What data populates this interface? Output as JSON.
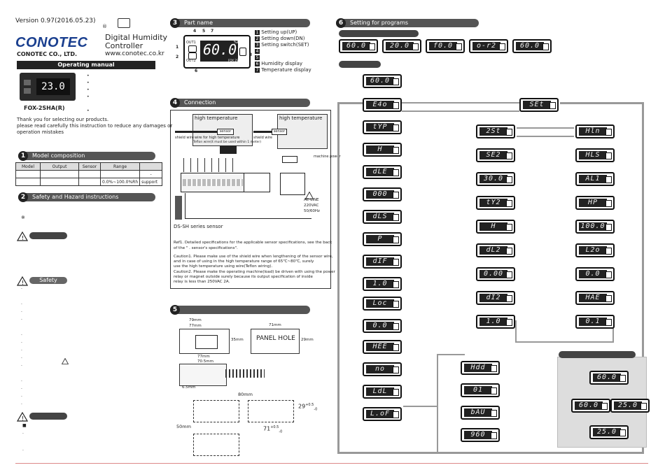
{
  "header": {
    "version": "Version 0.97(2016.05.23)",
    "brand": "CONOTEC",
    "company": "CONOTEC CO., LTD.",
    "product_line1": "Digital Humidity",
    "product_line2": "Controller",
    "website": "www.conotec.co.kr",
    "registered": "®",
    "manual_banner": "Operating manual"
  },
  "device": {
    "model": "FOX-2SHA(R)",
    "display_value": "23.0"
  },
  "intro": {
    "line1": "Thank you for selecting our products.",
    "line2": "please read carefully this instruction to reduce any damages or",
    "line3": "operation mistakes"
  },
  "sections": {
    "s1": {
      "num": "1",
      "title": "Model composition"
    },
    "s2": {
      "num": "2",
      "title": "Safety and Hazard instructions"
    },
    "s3": {
      "num": "3",
      "title": "Part name"
    },
    "s4": {
      "num": "4",
      "title": "Connection"
    },
    "s5": {
      "num": "5",
      "title": ""
    },
    "s6": {
      "num": "6",
      "title": "Setting for programs"
    }
  },
  "model_table": {
    "headers": [
      "Model",
      "Output",
      "Sensor",
      "Range",
      ""
    ],
    "range": "0.0%~100.0%Rh",
    "dash": "-",
    "support": "support"
  },
  "safety": {
    "note_mark": "※",
    "safety_label": "Safety"
  },
  "part_name": {
    "items": [
      {
        "n": "1",
        "label": "Setting up(UP)"
      },
      {
        "n": "2",
        "label": "Setting down(DN)"
      },
      {
        "n": "3",
        "label": "Setting switch(SET)"
      },
      {
        "n": "4",
        "label": ""
      },
      {
        "n": "5",
        "label": ""
      },
      {
        "n": "6",
        "label": "Humidity display"
      },
      {
        "n": "7",
        "label": "Temperature display"
      }
    ],
    "display_value": "60.0",
    "out1": "OUT1",
    "out2": "OUT2",
    "unit": "%RH",
    "sub": "FOX 2SHA"
  },
  "connection": {
    "high_temp_left": "high temperature",
    "high_temp_right": "high temperature",
    "sensor": "sensor",
    "shield_wire": "shield wire",
    "high_temp_wire": "wire for high temperature",
    "teflon_note": "Teflon wire(it must be used within 1 meter)",
    "machine_power": "machine power",
    "ac_line": "AC LINE",
    "voltage": "220VAC",
    "freq": "50/60Hz",
    "sensor_series": "DS-SH series sensor",
    "ref1": "Ref1. Detailed specifications for the applicable sensor specifications, see the back",
    "ref1b": "of the \"       . sensor's specifications\".",
    "caution1a": "Caution1. Please make use of the shield wire when lengthening of the sensor wire,",
    "caution1b": "and in case of using in the high temperature range of 65℃~80℃, surely",
    "caution1c": "use the high temperature using wire(Teflon wiring).",
    "caution2a": "Caution2. Please make the operating machine(load) be driven with using the power",
    "caution2b": "relay or magnet outside surely because its output specification of inside",
    "caution2c": "relay is less than 250VAC 2A."
  },
  "dimensions": {
    "w79": "79mm",
    "w77": "77mm",
    "h35": "35mm",
    "w71": "71mm",
    "h29": "29mm",
    "panel_hole": "PANEL HOLE",
    "w77b": "77mm",
    "w705": "70.5mm",
    "w65": "6.5mm",
    "w80": "80mm",
    "h50": "50mm",
    "tol29": "29",
    "tol29p": "+0.5",
    "tol29m": "-0",
    "tol71": "71",
    "tol71p": "+0.5",
    "tol71m": "-0"
  },
  "programs": {
    "top_row": [
      "60.0",
      "20.0",
      "f0.0",
      "o-r2",
      "60.0"
    ],
    "left_col": [
      "60.0",
      "E4o",
      "tYP",
      "H",
      "dLE",
      "000",
      "dLS",
      "P",
      "dIF",
      "1.0",
      "Loc",
      "0.0",
      "HEE",
      "no",
      "LdL",
      "L.oF"
    ],
    "setting_mode": "SEt",
    "mid_col": [
      "2St",
      "SE2",
      "30.0",
      "tY2",
      "H",
      "dL2",
      "0.00",
      "dI2",
      "1.0"
    ],
    "right_col": [
      "Hln",
      "HLS",
      "AL1",
      "HP",
      "100.0",
      "L2o",
      "0.0",
      "HAE",
      "0.1"
    ],
    "bottom_col": [
      "Hdd",
      "01",
      "bAU",
      "960"
    ],
    "right_panel": [
      "60.0",
      "60.0",
      "25.0",
      "25.0"
    ]
  }
}
